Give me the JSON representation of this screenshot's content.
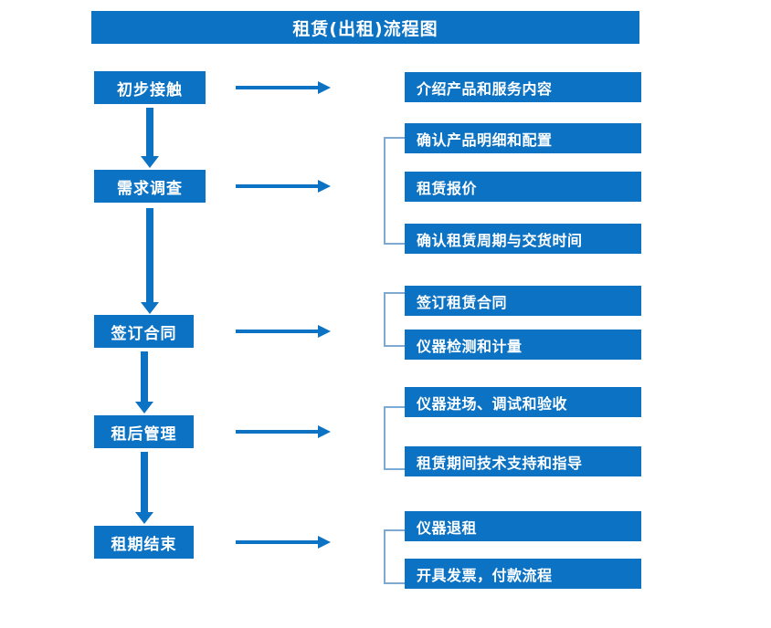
{
  "chart_data": {
    "type": "diagram",
    "title": "租赁(出租)流程图",
    "diagram_kind": "flowchart",
    "stages": [
      {
        "label": "初步接触",
        "details": [
          "介绍产品和服务内容"
        ]
      },
      {
        "label": "需求调查",
        "details": [
          "确认产品明细和配置",
          "租赁报价",
          "确认租赁周期与交货时间"
        ]
      },
      {
        "label": "签订合同",
        "details": [
          "签订租赁合同",
          "仪器检测和计量"
        ]
      },
      {
        "label": "租后管理",
        "details": [
          "仪器进场、调试和验收",
          "租赁期间技术支持和指导"
        ]
      },
      {
        "label": "租期结束",
        "details": [
          "仪器退租",
          "开具发票，付款流程"
        ]
      }
    ]
  },
  "title": {
    "text": "租赁(出租)流程图"
  },
  "stages": [
    {
      "label": "初步接触"
    },
    {
      "label": "需求调查"
    },
    {
      "label": "签订合同"
    },
    {
      "label": "租后管理"
    },
    {
      "label": "租期结束"
    }
  ],
  "details": [
    {
      "label": "介绍产品和服务内容"
    },
    {
      "label": "确认产品明细和配置"
    },
    {
      "label": "租赁报价"
    },
    {
      "label": "确认租赁周期与交货时间"
    },
    {
      "label": "签订租赁合同"
    },
    {
      "label": "仪器检测和计量"
    },
    {
      "label": "仪器进场、调试和验收"
    },
    {
      "label": "租赁期间技术支持和指导"
    },
    {
      "label": "仪器退租"
    },
    {
      "label": "开具发票，付款流程"
    }
  ],
  "colors": {
    "primary_blue": "#0b72c4",
    "bracket_blue": "#7ea9d2",
    "text_on_blue": "#ffffff",
    "background": "#ffffff"
  }
}
